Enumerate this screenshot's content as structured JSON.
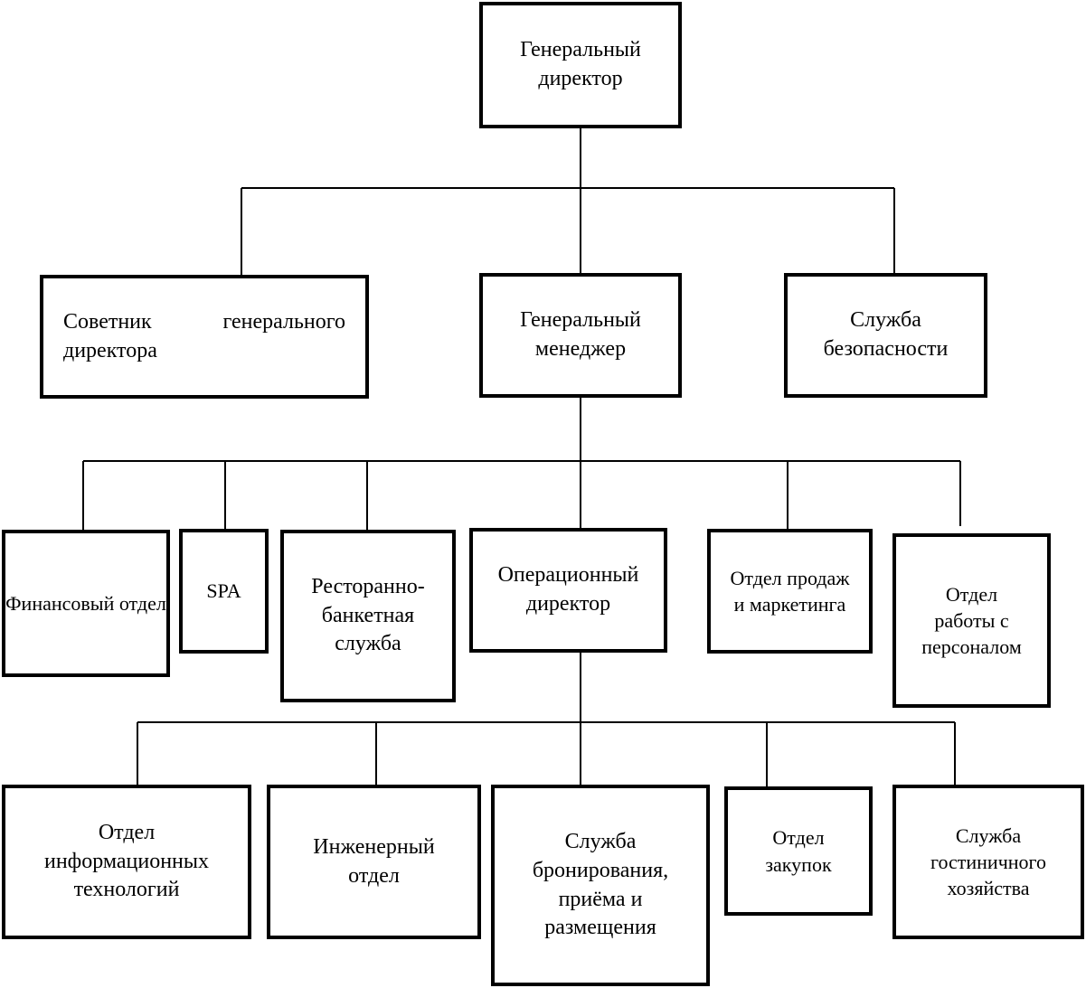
{
  "diagram": {
    "nodes": {
      "general_director": "Генеральный директор",
      "advisor": "Советник генерального директора",
      "general_manager": "Генеральный менеджер",
      "security": "Служба безопасности",
      "finance": "Финансовый отдел",
      "spa": "SPA",
      "restaurant": "Ресторанно-банкетная служба",
      "operations_director": "Операционный директор",
      "sales_marketing": "Отдел продаж и маркетинга",
      "hr": "Отдел работы с персоналом",
      "it": "Отдел информационных технологий",
      "engineering": "Инженерный отдел",
      "reservations": "Служба бронирования, приёма и размещения",
      "purchasing": "Отдел закупок",
      "housekeeping": "Служба гостиничного хозяйства"
    },
    "edges": [
      [
        "general_director",
        "advisor"
      ],
      [
        "general_director",
        "general_manager"
      ],
      [
        "general_director",
        "security"
      ],
      [
        "general_manager",
        "finance"
      ],
      [
        "general_manager",
        "spa"
      ],
      [
        "general_manager",
        "restaurant"
      ],
      [
        "general_manager",
        "operations_director"
      ],
      [
        "general_manager",
        "sales_marketing"
      ],
      [
        "general_manager",
        "hr"
      ],
      [
        "operations_director",
        "it"
      ],
      [
        "operations_director",
        "engineering"
      ],
      [
        "operations_director",
        "reservations"
      ],
      [
        "operations_director",
        "purchasing"
      ],
      [
        "operations_director",
        "housekeeping"
      ]
    ]
  }
}
